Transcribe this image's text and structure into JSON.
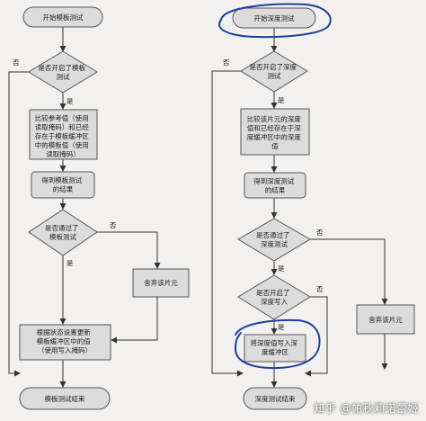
{
  "colors": {
    "node_fill": "#dcdcdc",
    "node_stroke": "#555555",
    "edge": "#333333",
    "highlight": "#1f3f9e"
  },
  "left": {
    "start": "开始模板测试",
    "decision_enabled": [
      "是否开启了模板",
      "测试"
    ],
    "compare": [
      "比较参考值（使用",
      "读取掩码）和已经",
      "存在于模板缓冲区",
      "中的模板值（使用",
      "读取掩码）"
    ],
    "result": [
      "得到模板测试",
      "的结果"
    ],
    "decision_passed": [
      "是否通过了",
      "模板测试"
    ],
    "discard": "舍弃该片元",
    "update": [
      "根据状态设置更新",
      "模板缓冲区中的值",
      "（使用写入掩码）"
    ],
    "end": "模板测试结束"
  },
  "right": {
    "start": "开始深度测试",
    "decision_enabled": [
      "是否开启了深度",
      "测试"
    ],
    "compare": [
      "比较该片元的深度",
      "值和已经存在于深",
      "度缓冲区中的深度",
      "值"
    ],
    "result": [
      "得到深度测试",
      "的结果"
    ],
    "decision_passed": [
      "是否通过了",
      "深度测试"
    ],
    "decision_write": [
      "是否开启了",
      "深度写入"
    ],
    "write": [
      "将深度值写入深",
      "度缓冲区"
    ],
    "discard": "舍弃该片元",
    "end": "深度测试结束"
  },
  "labels": {
    "yes": "是",
    "no": "否"
  },
  "watermark": "知乎 @帕秋莉诺蕾姬"
}
